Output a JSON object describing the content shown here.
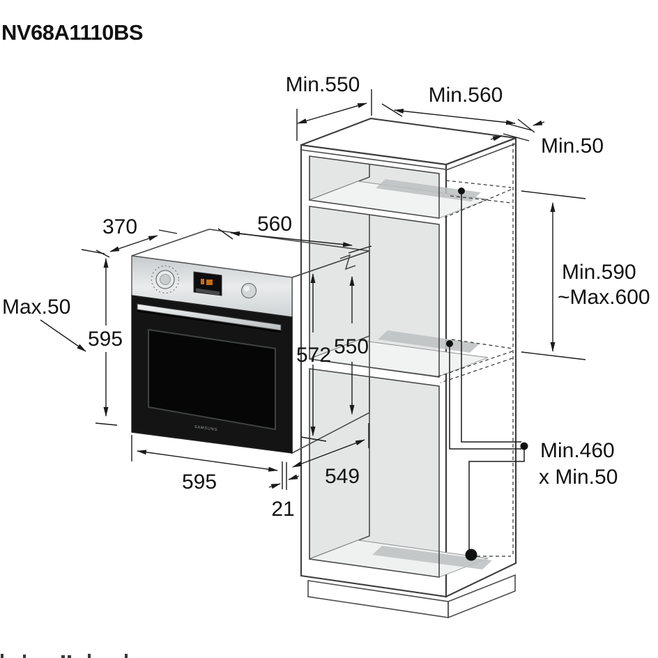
{
  "title": "NV68A1110BS",
  "diagram": {
    "type": "oven-built-in-installation-dimensions",
    "unit": "mm",
    "labels": {
      "model": "NV68A1110BS",
      "cabinet_top_depth": "Min.550",
      "cabinet_top_width": "Min.560",
      "top_panel_thickness": "Min.50",
      "oven_top_depth": "370",
      "recess_width": "560",
      "top_gap_max": "Max.50",
      "oven_front_height": "595",
      "oven_body_height": "572",
      "recess_opening_height": "550",
      "niche_height_min": "Min.590",
      "niche_height_max": "~Max.600",
      "oven_front_width": "595",
      "front_frame_depth": "21",
      "oven_body_depth": "549",
      "vent_cutout_line1": "Min.460",
      "vent_cutout_line2": "x Min.50"
    },
    "oven": {
      "brand": "SAMSUNG"
    },
    "colors": {
      "dimension_line": "#1a1a1a",
      "structure_line": "#4a4a4a",
      "cabinet_front": "#f6f7f7",
      "cabinet_top": "#f0f1f1",
      "cabinet_side": "#ebecec",
      "interior_back": "#e4e6e6",
      "interior_left_wall": "#ced1d1",
      "shelf_surface": "#f1f2f2",
      "vent_cutout": "#bcc0c0",
      "oven_door": "#141414",
      "oven_steel": "#d6d9da",
      "display_digits": "#d97514"
    }
  }
}
